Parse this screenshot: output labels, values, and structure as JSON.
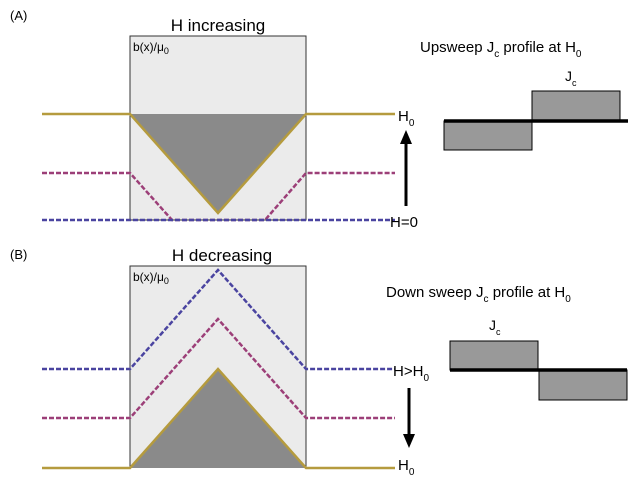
{
  "panel_a": {
    "label": "(A)",
    "title": "H increasing",
    "box_label": "b(x)/μ",
    "box_label_sub": "0",
    "field_high": "H",
    "field_high_sub": "0",
    "field_zero": "H=0",
    "profile_title": "Upsweep J",
    "profile_title_sub": "c",
    "profile_title_end": " profile at H",
    "profile_title_end_sub": "0",
    "jc_label": "J",
    "jc_label_sub": "c"
  },
  "panel_b": {
    "label": "(B)",
    "title": "H decreasing",
    "box_label": "b(x)/μ",
    "box_label_sub": "0",
    "field_high": "H>H",
    "field_high_sub": "0",
    "field_low": "H",
    "field_low_sub": "0",
    "profile_title": "Down sweep J",
    "profile_title_sub": "c",
    "profile_title_end": " profile at H",
    "profile_title_end_sub": "0",
    "jc_label": "J",
    "jc_label_sub": "c"
  },
  "colors": {
    "box_fill": "#ebebeb",
    "shaded": "#8a8a8a",
    "gold": "#b59b3e",
    "magenta": "#9c3f78",
    "blue": "#4a44a0",
    "profile_bar": "#999999"
  }
}
